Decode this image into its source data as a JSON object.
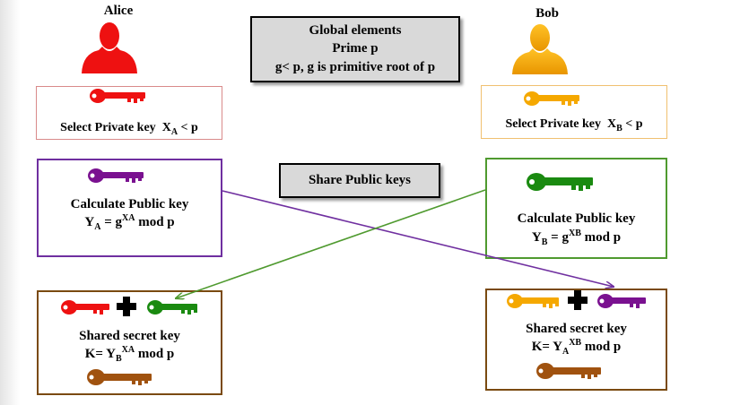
{
  "alice": {
    "name": "Alice",
    "private": {
      "label": "Select Private key",
      "var": "X",
      "sub": "A",
      "rest": "< p"
    },
    "public": {
      "line1": "Calculate Public key",
      "lhs": "Y",
      "lhs_sub": "A",
      "eq": "= g",
      "exp": "XA",
      "tail": "mod p"
    },
    "shared": {
      "line1": "Shared secret key",
      "lhs": "K= Y",
      "base_sub": "B",
      "exp": "XA",
      "tail": "mod p"
    }
  },
  "bob": {
    "name": "Bob",
    "private": {
      "label": "Select Private key",
      "var": "X",
      "sub": "B",
      "rest": "< p"
    },
    "public": {
      "line1": "Calculate Public key",
      "lhs": "Y",
      "lhs_sub": "B",
      "eq": "= g",
      "exp": "XB",
      "tail": "mod p"
    },
    "shared": {
      "line1": "Shared secret key",
      "lhs": "K= Y",
      "base_sub": "A",
      "exp": "XB",
      "tail": "mod p"
    }
  },
  "global": {
    "line1": "Global elements",
    "line2": "Prime p",
    "line3": "g< p, g is primitive root of p"
  },
  "share_label": "Share Public keys",
  "colors": {
    "alice": "#ee1111",
    "bob": "#f5a800",
    "purple": "#7a1190",
    "green": "#1a8a10",
    "brown": "#a0520f",
    "purple_box": "#6f2fa0",
    "green_box": "#4f9a2f",
    "brown_box": "#7a4a10",
    "alice_box": "#d98a8a",
    "bob_box": "#f0c070"
  },
  "icons": [
    "person-icon",
    "key-icon",
    "plus-icon",
    "arrow"
  ]
}
